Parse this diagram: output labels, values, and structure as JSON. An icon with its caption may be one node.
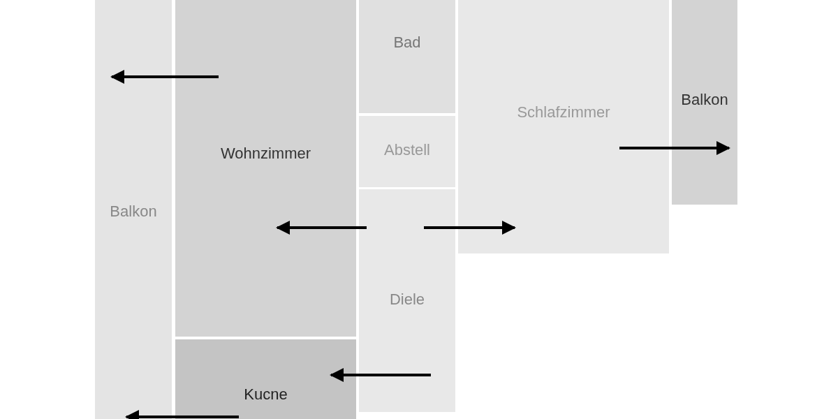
{
  "diagram": {
    "nodes": [
      {
        "text": [
          "Balkon"
        ]
      },
      {
        "text": [
          "Wohnzimmer"
        ]
      },
      {
        "text": [
          "Bad"
        ]
      },
      {
        "text": [
          "Schlafzimmer"
        ]
      },
      {
        "text": [
          "Balkon"
        ]
      },
      {
        "text": [
          "Abstell"
        ]
      },
      {
        "text": [
          "Diele"
        ]
      },
      {
        "text": [
          "Kucne"
        ]
      }
    ],
    "edges": [
      {
        "from": 1,
        "to": 0,
        "arrow": "to"
      },
      {
        "from": 6,
        "to": 1,
        "arrow": "to"
      },
      {
        "from": 6,
        "to": 3,
        "arrow": "to"
      },
      {
        "from": 3,
        "to": 4,
        "arrow": "to"
      },
      {
        "from": 6,
        "to": 7,
        "arrow": "to"
      },
      {
        "from": 7,
        "to": 0,
        "arrow": "to"
      }
    ]
  }
}
